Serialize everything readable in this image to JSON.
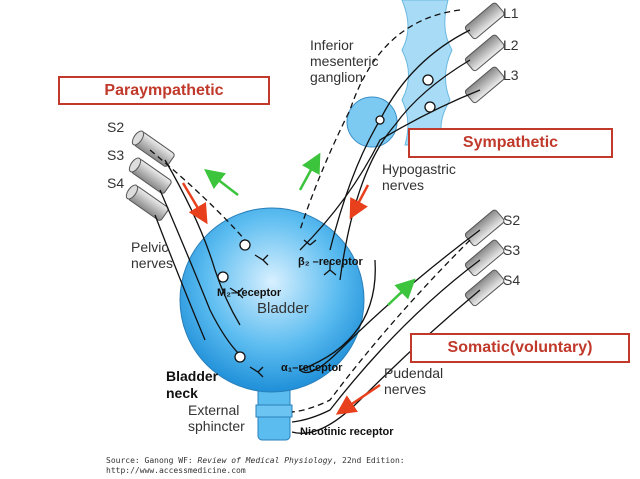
{
  "boxes": {
    "parasympathetic": "Paraympathetic",
    "sympathetic": "Sympathetic",
    "somatic": "Somatic(voluntary)"
  },
  "labels": {
    "inferior_ganglion": [
      "Inferior",
      "mesenteric",
      "ganglion"
    ],
    "hypogastric": [
      "Hypogastric",
      "nerves"
    ],
    "pelvic": [
      "Pelvic",
      "nerves"
    ],
    "pudendal": [
      "Pudendal",
      "nerves"
    ],
    "bladder": "Bladder",
    "bladder_neck": [
      "Bladder",
      "neck"
    ],
    "external_sphincter": [
      "External",
      "sphincter"
    ],
    "beta2": "β₂ –receptor",
    "m2": "M₂–receptor",
    "alpha1": "α₁–receptor",
    "nicotinic": "Nicotinic receptor",
    "left_roots": [
      "S2",
      "S3",
      "S4"
    ],
    "lumbar_roots": [
      "L1",
      "L2",
      "L3"
    ],
    "right_roots": [
      "S2",
      "S3",
      "S4"
    ]
  },
  "source": {
    "prefix": "Source: Ganong WF: ",
    "title": "Review of Medical Physiology",
    "suffix": ", 22nd Edition:",
    "url": "http://www.accessmedicine.com"
  },
  "colors": {
    "bladder": "#3aa8e8",
    "box_border": "#c0392b",
    "efferent_arrow": "#e8401c",
    "afferent_arrow": "#3cc43c"
  }
}
